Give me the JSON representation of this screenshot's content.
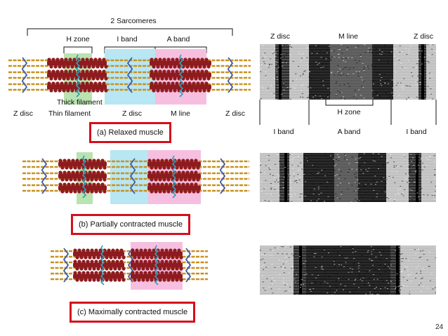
{
  "top_bracket_label": "2 Sarcomeres",
  "labels_top": {
    "h_zone": "H zone",
    "i_band": "I band",
    "a_band": "A band"
  },
  "labels_bottom": {
    "z_disc_left": "Z disc",
    "thin_filament": "Thin filament",
    "thick_filament": "Thick filament",
    "z_disc_mid": "Z disc",
    "m_line": "M line",
    "z_disc_right": "Z disc"
  },
  "micrograph_labels": {
    "z_disc_left": "Z disc",
    "m_line": "M line",
    "z_disc_right": "Z disc",
    "h_zone": "H zone",
    "i_band_left": "I band",
    "a_band": "A band",
    "i_band_right": "I band"
  },
  "captions": {
    "a": "(a) Relaxed muscle",
    "b": "(b) Partially contracted muscle",
    "c": "(c) Maximally contracted muscle"
  },
  "page_number": "24",
  "colors": {
    "caption_border": "#d40f1c",
    "thick_filament": "#8e1b20",
    "thin_filament": "#c8911f",
    "z_disc": "#3a5aa8",
    "m_line": "#2aa0b8",
    "h_zone_fill": "#b9e3b0",
    "i_band_fill": "#b8e6f3",
    "a_band_fill": "#f6bfe0"
  }
}
